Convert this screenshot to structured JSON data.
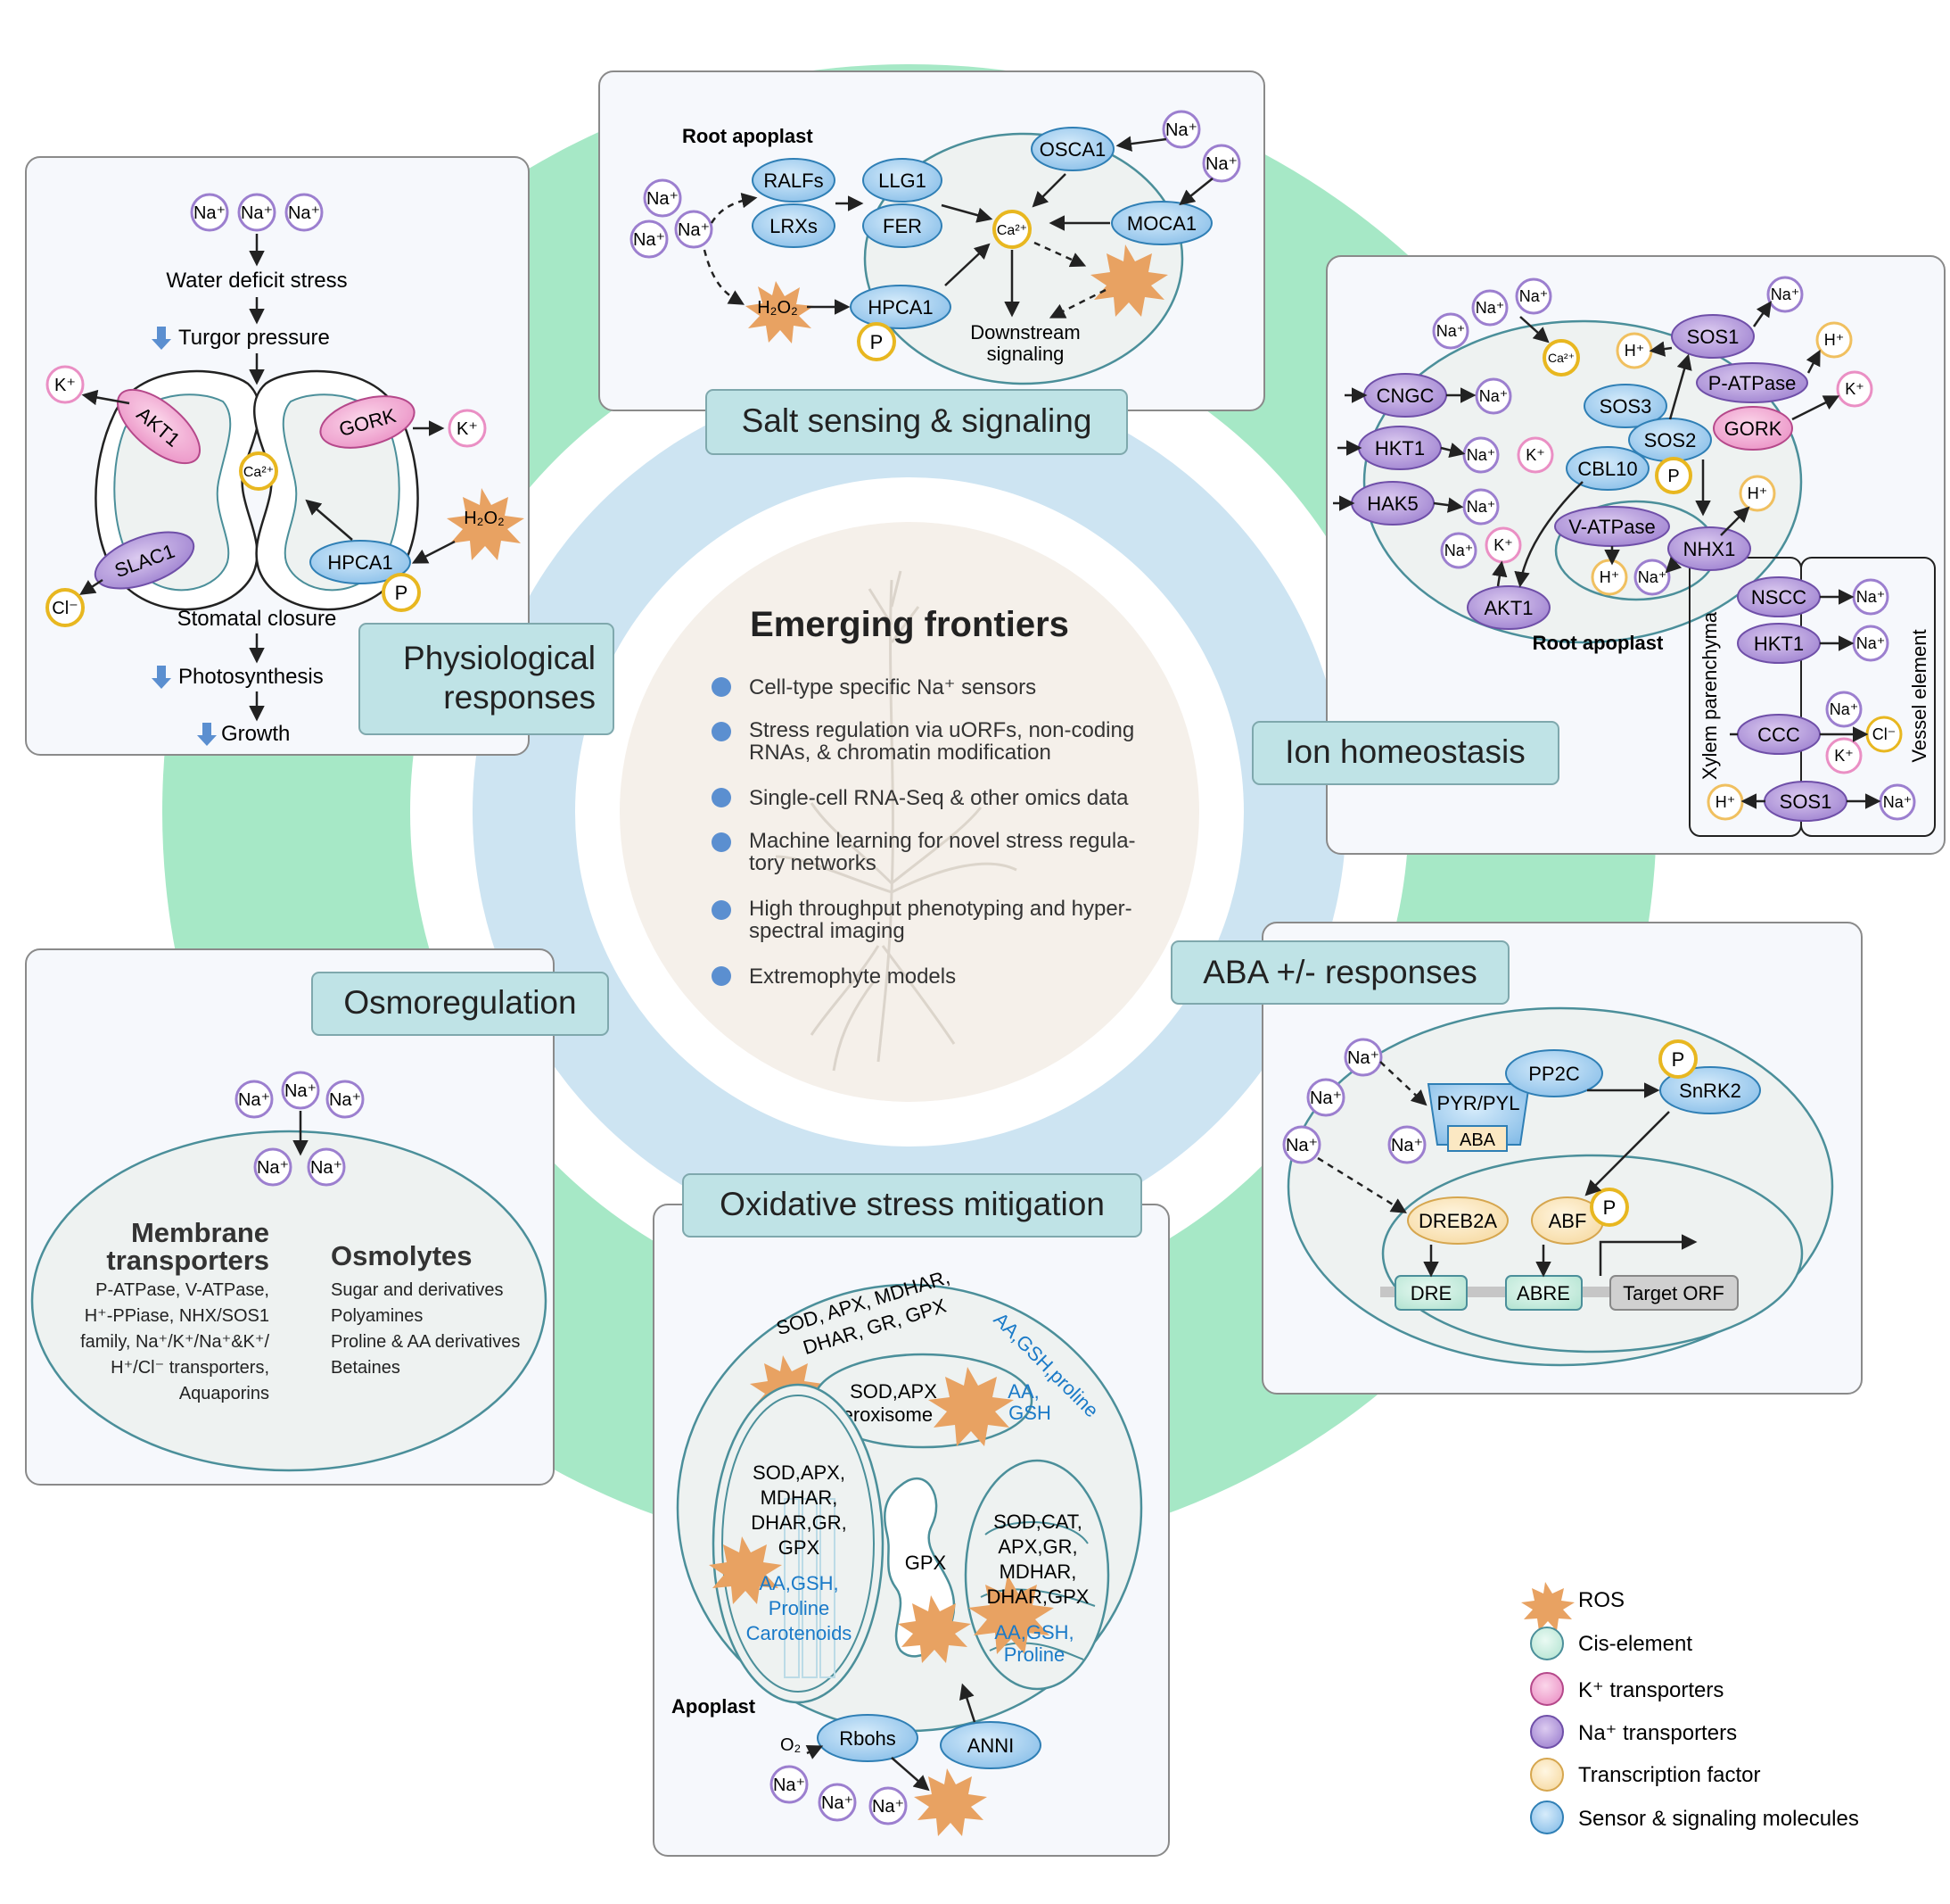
{
  "center": {
    "title": "Emerging frontiers",
    "items": [
      "Cell-type specific Na⁺ sensors",
      "Stress regulation via uORFs, non-coding",
      "RNAs, & chromatin modification",
      "Single-cell RNA-Seq & other omics data",
      "Machine learning for novel stress regula-",
      "tory networks",
      "High throughput phenotyping and hyper-",
      "spectral imaging",
      "Extremophyte models"
    ]
  },
  "section_titles": {
    "salt": "Salt sensing & signaling",
    "physio_1": "Physiological",
    "physio_2": "responses",
    "ion": "Ion homeostasis",
    "osmo": "Osmoregulation",
    "aba": "ABA +/- responses",
    "oxid": "Oxidative stress mitigation"
  },
  "salt": {
    "root_apoplast": "Root apoplast",
    "ralfs": "RALFs",
    "lrxs": "LRXs",
    "llg1": "LLG1",
    "fer": "FER",
    "osca1": "OSCA1",
    "moca1": "MOCA1",
    "hpca1": "HPCA1",
    "downstream_1": "Downstream",
    "downstream_2": "signaling",
    "h2o2": "H₂O₂",
    "ca": "Ca²⁺",
    "p": "P",
    "na": "Na⁺"
  },
  "physio": {
    "water_deficit": "Water deficit stress",
    "turgor": "Turgor pressure",
    "stomatal": "Stomatal closure",
    "photosynthesis": "Photosynthesis",
    "growth": "Growth",
    "akt1": "AKT1",
    "gork": "GORK",
    "slac1": "SLAC1",
    "hpca1": "HPCA1",
    "k": "K⁺",
    "cl": "Cl⁻",
    "ca": "Ca²⁺",
    "h2o2": "H₂O₂",
    "p": "P",
    "na": "Na⁺"
  },
  "ion": {
    "cngc": "CNGC",
    "hkt1": "HKT1",
    "hak5": "HAK5",
    "sos1": "SOS1",
    "sos2": "SOS2",
    "sos3": "SOS3",
    "cbl10": "CBL10",
    "patpase": "P-ATPase",
    "vatpase": "V-ATPase",
    "nhx1": "NHX1",
    "gork": "GORK",
    "akt1": "AKT1",
    "nscc": "NSCC",
    "ccc": "CCC",
    "root_apoplast": "Root apoplast",
    "xylem": "Xylem parenchyma",
    "vessel": "Vessel element",
    "na": "Na⁺",
    "k": "K⁺",
    "h": "H⁺",
    "cl": "Cl⁻",
    "ca": "Ca²⁺",
    "p": "P"
  },
  "osmo": {
    "membrane_1": "Membrane",
    "membrane_2": "transporters",
    "membrane_lines": [
      "P-ATPase, V-ATPase,",
      "H⁺-PPiase, NHX/SOS1",
      "family, Na⁺/K⁺/Na⁺&K⁺/",
      "H⁺/Cl⁻ transporters,",
      "Aquaporins"
    ],
    "osmolytes": "Osmolytes",
    "osmolyte_lines": [
      "Sugar and derivatives",
      "Polyamines",
      "Proline & AA derivatives",
      "Betaines"
    ],
    "na": "Na⁺"
  },
  "aba": {
    "pyr": "PYR/PYL",
    "aba": "ABA",
    "pp2c": "PP2C",
    "snrk2": "SnRK2",
    "dreb2a": "DREB2A",
    "abf": "ABF",
    "dre": "DRE",
    "abre": "ABRE",
    "target": "Target ORF",
    "p": "P",
    "na": "Na⁺"
  },
  "oxid": {
    "top_1": "SOD, APX, MDHAR,",
    "top_2": "DHAR, GR, GPX",
    "aa_top": "AA,GSH,proline",
    "perox_1": "SOD,APX",
    "perox_2": "Peroxisome",
    "perox_aa_1": "AA,",
    "perox_aa_2": "GSH",
    "chloro_lines": [
      "SOD,APX,",
      "MDHAR,",
      "DHAR,GR,",
      "GPX"
    ],
    "chloro_blue": [
      "AA,GSH,",
      "Proline",
      "Carotenoids"
    ],
    "gpx": "GPX",
    "mito_lines": [
      "SOD,CAT,",
      "APX,GR,",
      "MDHAR,",
      "DHAR,GPX"
    ],
    "mito_blue": [
      "AA,GSH,",
      "Proline"
    ],
    "apoplast": "Apoplast",
    "o2": "O₂",
    "rbohs": "Rbohs",
    "anni": "ANNI",
    "na": "Na⁺"
  },
  "legend": {
    "items": [
      "ROS",
      "Cis-element",
      "K⁺ transporters",
      "Na⁺ transporters",
      "Transcription factor",
      "Sensor & signaling molecules"
    ]
  },
  "colors": {
    "green_ring": "#a6e8c6",
    "blue_ring": "#cde4f2",
    "center": "#f5f0ea",
    "title_box": "#bfe3e6",
    "sensor": "#a9d4f2",
    "na_transporter": "#b99bdb",
    "k_transporter": "#f3a9d3",
    "tf": "#fbe8c3",
    "cis": "#cdeee3",
    "ros": "#e8a262",
    "bullet": "#5b8fd0"
  }
}
